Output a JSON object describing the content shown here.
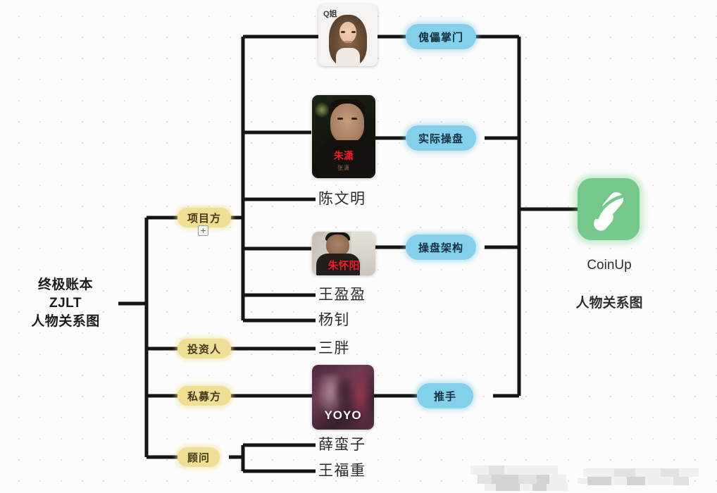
{
  "diagram": {
    "type": "mindmap",
    "title": "终极账本 ZJLT 人物关系图",
    "root": {
      "label": "终极账本\nZJLT\n人物关系图"
    },
    "categories": [
      {
        "id": "project",
        "label": "项目方",
        "expand_badge": "+"
      },
      {
        "id": "investor",
        "label": "投资人"
      },
      {
        "id": "private",
        "label": "私募方"
      },
      {
        "id": "advisor",
        "label": "顾问"
      }
    ],
    "roles": [
      {
        "id": "puppet",
        "label": "傀儡掌门"
      },
      {
        "id": "trader",
        "label": "实际操盘"
      },
      {
        "id": "structure",
        "label": "操盘架构"
      },
      {
        "id": "promoter",
        "label": "推手"
      }
    ],
    "people": [
      {
        "id": "qjie",
        "label": "Q姐",
        "kind": "photo",
        "caption_style": "dark-overlay"
      },
      {
        "id": "zhuxiao",
        "label": "朱潇",
        "kind": "photo",
        "caption_style": "red-overlay",
        "sub": "张潇"
      },
      {
        "id": "chenwenming",
        "label": "陈文明",
        "kind": "text"
      },
      {
        "id": "zhuhuaiyang",
        "label": "朱怀阳",
        "kind": "photo",
        "caption_style": "red-overlay"
      },
      {
        "id": "wangyingying",
        "label": "王盈盈",
        "kind": "text"
      },
      {
        "id": "yangzhao",
        "label": "杨钊",
        "kind": "text"
      },
      {
        "id": "sanpang",
        "label": "三胖",
        "kind": "text"
      },
      {
        "id": "yoyo",
        "label": "YOYO",
        "kind": "photo",
        "caption_style": "white-overlay"
      },
      {
        "id": "xuemanzi",
        "label": "薛蛮子",
        "kind": "text"
      },
      {
        "id": "wangfuzhong",
        "label": "王福重",
        "kind": "text"
      }
    ],
    "brand": {
      "name": "CoinUp",
      "subtitle": "人物关系图",
      "logo_icon": "coinup-logo-icon",
      "color": "#74c98a"
    },
    "colors": {
      "category_pill": "#efdf95",
      "role_pill": "#83d0ea",
      "edge": "#141414",
      "background": "#fcfcfc",
      "grid_dot": "#e2e2e2"
    }
  }
}
